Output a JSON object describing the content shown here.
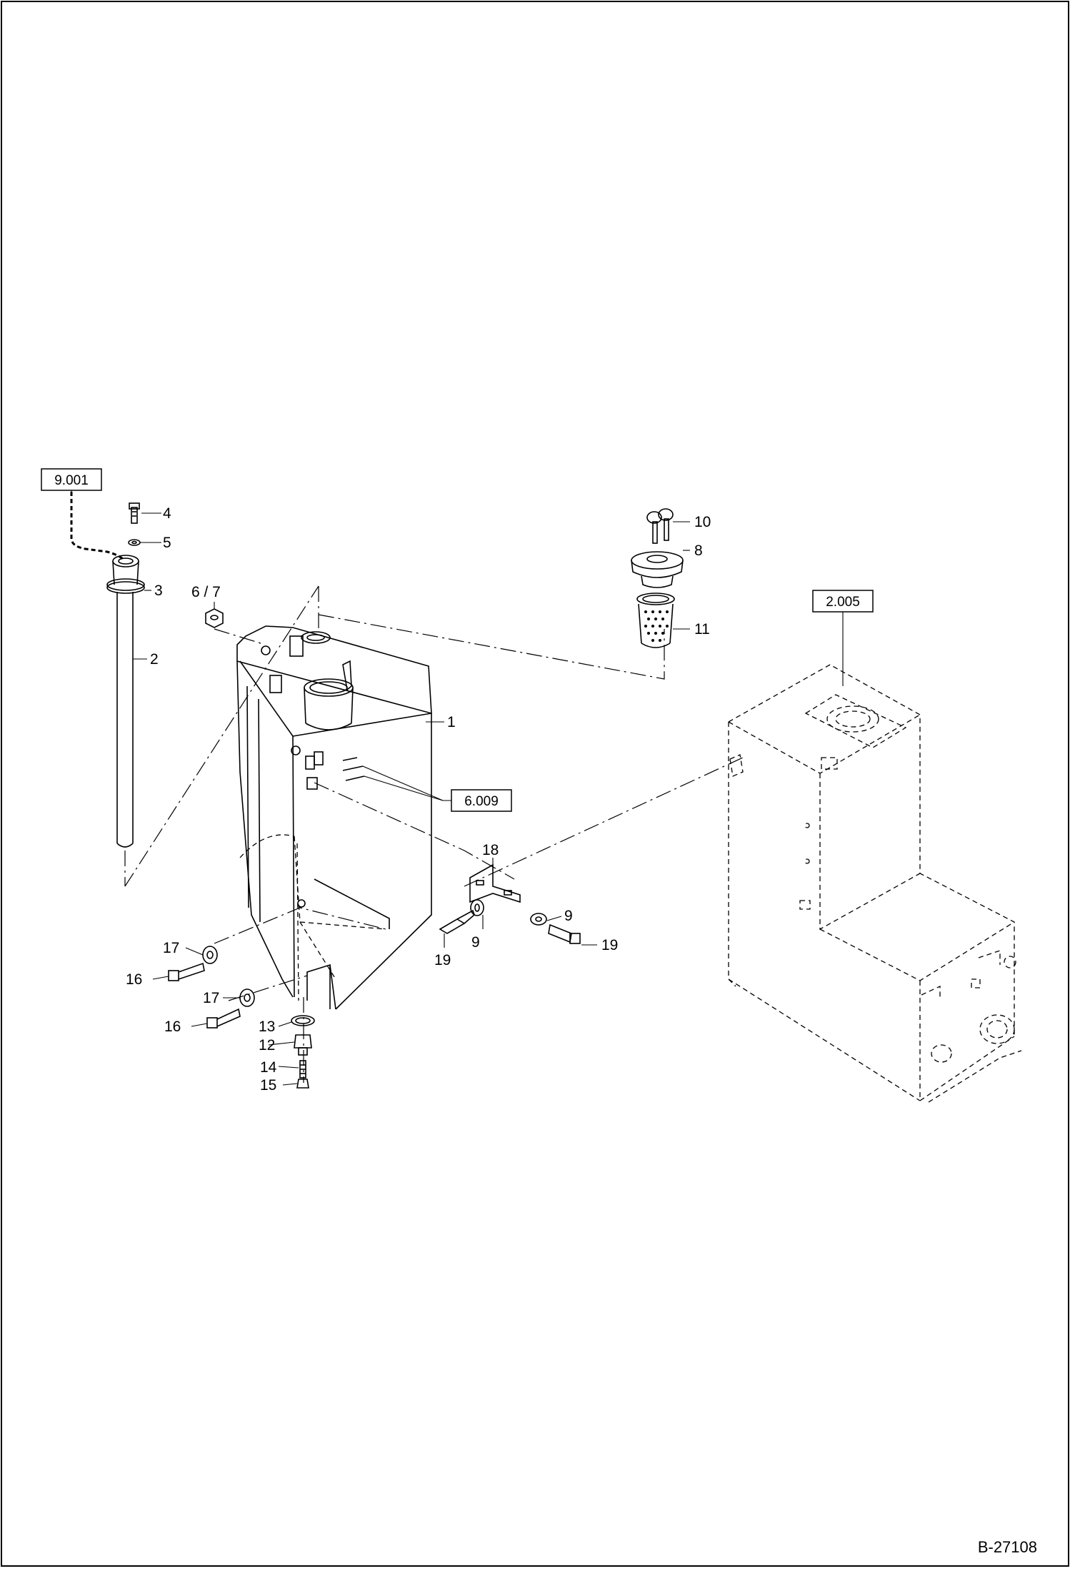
{
  "drawing": {
    "drawing_number": "B-27108"
  },
  "references": [
    {
      "label": "9.001"
    },
    {
      "label": "6.009"
    },
    {
      "label": "2.005"
    }
  ],
  "callouts": [
    {
      "label": "1"
    },
    {
      "label": "2"
    },
    {
      "label": "3"
    },
    {
      "label": "4"
    },
    {
      "label": "5"
    },
    {
      "label": "6 / 7"
    },
    {
      "label": "8"
    },
    {
      "label": "9"
    },
    {
      "label": "9"
    },
    {
      "label": "10"
    },
    {
      "label": "11"
    },
    {
      "label": "12"
    },
    {
      "label": "13"
    },
    {
      "label": "14"
    },
    {
      "label": "15"
    },
    {
      "label": "16"
    },
    {
      "label": "16"
    },
    {
      "label": "17"
    },
    {
      "label": "17"
    },
    {
      "label": "18"
    },
    {
      "label": "19"
    },
    {
      "label": "19"
    }
  ]
}
